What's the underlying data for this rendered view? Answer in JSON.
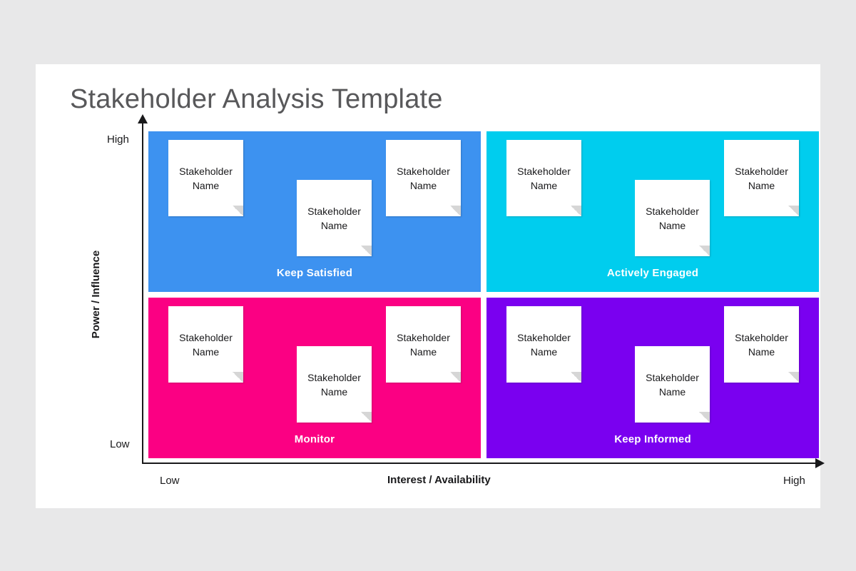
{
  "slide": {
    "title": "Stakeholder Analysis Template",
    "background_color": "#e8e8e9",
    "card_color": "#ffffff",
    "title_color": "#58585a"
  },
  "axes": {
    "y": {
      "title": "Power / Influence",
      "high_label": "High",
      "low_label": "Low"
    },
    "x": {
      "title": "Interest / Availability",
      "low_label": "Low",
      "high_label": "High"
    },
    "line_color": "#19191b"
  },
  "chart_data": {
    "type": "matrix",
    "title": "Stakeholder Analysis Template",
    "xlabel": "Interest / Availability",
    "ylabel": "Power / Influence",
    "x_ticks": [
      "Low",
      "High"
    ],
    "y_ticks": [
      "Low",
      "High"
    ],
    "grid": false,
    "legend": "none",
    "quadrants": [
      {
        "id": "keep-satisfied",
        "label": "Keep Satisfied",
        "color": "#3d92f0",
        "x_level": "Low",
        "y_level": "High",
        "position": "top-left",
        "notes": [
          {
            "line1": "Stakeholder",
            "line2": "Name"
          },
          {
            "line1": "Stakeholder",
            "line2": "Name"
          },
          {
            "line1": "Stakeholder",
            "line2": "Name"
          }
        ]
      },
      {
        "id": "actively-engaged",
        "label": "Actively Engaged",
        "color": "#00cdee",
        "x_level": "High",
        "y_level": "High",
        "position": "top-right",
        "notes": [
          {
            "line1": "Stakeholder",
            "line2": "Name"
          },
          {
            "line1": "Stakeholder",
            "line2": "Name"
          },
          {
            "line1": "Stakeholder",
            "line2": "Name"
          }
        ]
      },
      {
        "id": "monitor",
        "label": "Monitor",
        "color": "#fb0083",
        "x_level": "Low",
        "y_level": "Low",
        "position": "bottom-left",
        "notes": [
          {
            "line1": "Stakeholder",
            "line2": "Name"
          },
          {
            "line1": "Stakeholder",
            "line2": "Name"
          },
          {
            "line1": "Stakeholder",
            "line2": "Name"
          }
        ]
      },
      {
        "id": "keep-informed",
        "label": "Keep Informed",
        "color": "#7a00f0",
        "x_level": "High",
        "y_level": "Low",
        "position": "bottom-right",
        "notes": [
          {
            "line1": "Stakeholder",
            "line2": "Name"
          },
          {
            "line1": "Stakeholder",
            "line2": "Name"
          },
          {
            "line1": "Stakeholder",
            "line2": "Name"
          }
        ]
      }
    ]
  }
}
